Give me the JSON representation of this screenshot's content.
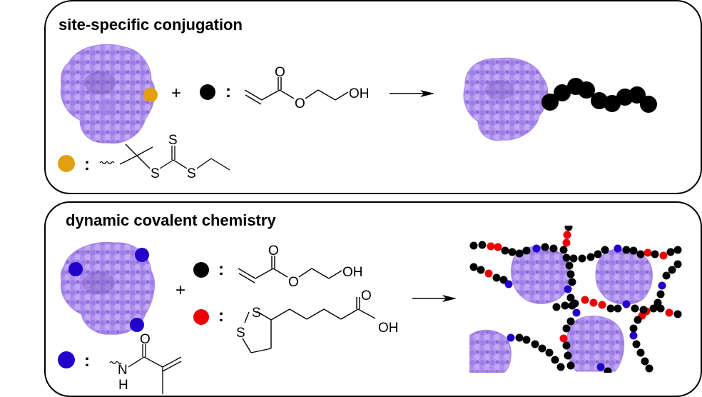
{
  "panels": [
    {
      "title": "site-specific conjugation",
      "reaction": {
        "plus": "+",
        "colon": ":",
        "monomer_black": {
          "color": "#000000",
          "name": "hydroxyethyl acrylate",
          "labels": {
            "carbonyl_o": "O",
            "ester_o": "O",
            "hydroxyl": "OH"
          }
        },
        "protein_marker": {
          "color": "#E0A010",
          "name": "trithiocarbonate chain-transfer agent",
          "labels": {
            "thione_s": "S",
            "s1": "S",
            "s2": "S"
          }
        },
        "arrow": "reaction-arrow",
        "product": "protein-polymer conjugate"
      }
    },
    {
      "title": "dynamic covalent chemistry",
      "reaction": {
        "plus": "+",
        "colon": ":",
        "monomer_black": {
          "color": "#000000",
          "name": "hydroxyethyl acrylate",
          "labels": {
            "carbonyl_o": "O",
            "ester_o": "O",
            "hydroxyl": "OH"
          }
        },
        "monomer_red": {
          "color": "#EE0000",
          "name": "lipoic acid",
          "labels": {
            "s1": "S",
            "s2": "S",
            "carbonyl_o": "O",
            "hydroxyl": "OH"
          }
        },
        "protein_marker": {
          "color": "#2200CC",
          "name": "methacrylamide",
          "labels": {
            "carbonyl_o": "O",
            "n": "N",
            "h": "H"
          }
        },
        "arrow": "reaction-arrow",
        "product": "protein-polymer network"
      }
    }
  ],
  "colors": {
    "protein_light": "#B79AF0",
    "protein_mid": "#9E7BE8",
    "protein_dark": "#7E5BC8",
    "marker_orange": "#E0A010",
    "marker_blue": "#2200CC",
    "monomer_red": "#EE0000",
    "monomer_black": "#000000"
  }
}
